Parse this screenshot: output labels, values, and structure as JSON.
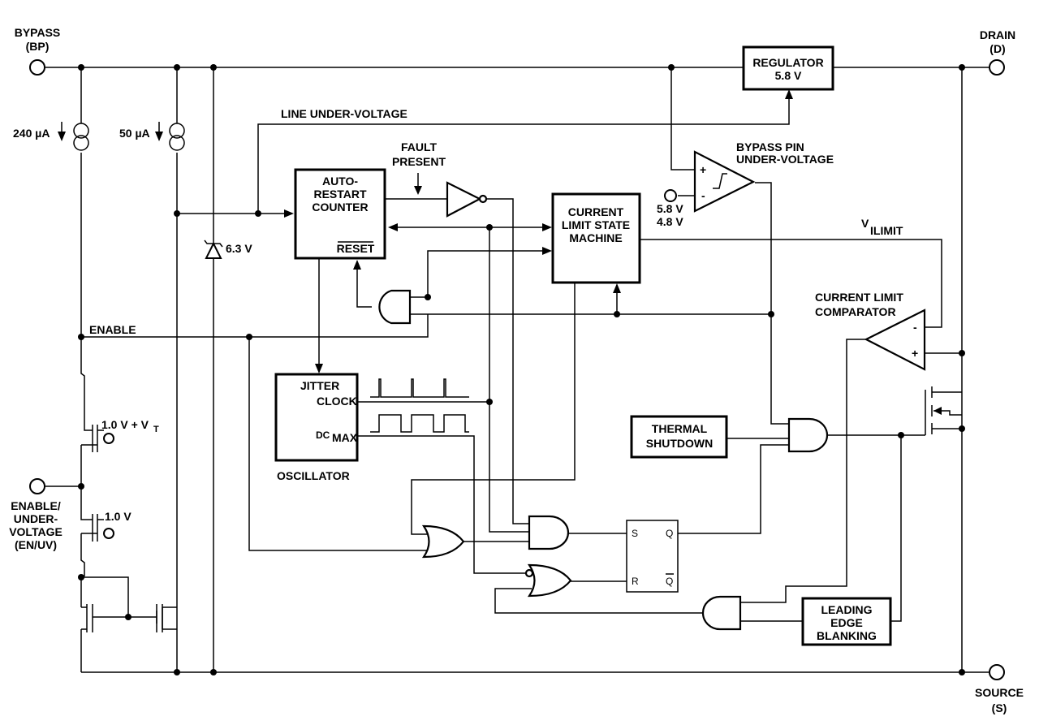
{
  "pins": {
    "bypass_name": "BYPASS",
    "bypass_code": "(BP)",
    "drain_name": "DRAIN",
    "drain_code": "(D)",
    "source_name": "SOURCE",
    "source_code": "(S)",
    "enable_l1": "ENABLE/",
    "enable_l2": "UNDER-",
    "enable_l3": "VOLTAGE",
    "enable_l4": "(EN/UV)"
  },
  "sources": {
    "i240": "240 µA",
    "i50": "50 µA"
  },
  "zener": "6.3 V",
  "signals": {
    "line_uv": "LINE UNDER-VOLTAGE",
    "fault_l1": "FAULT",
    "fault_l2": "PRESENT",
    "enable": "ENABLE",
    "vilimit_main": "V",
    "vilimit_sub": "ILIMIT",
    "bp_uv_l1": "BYPASS PIN",
    "bp_uv_l2": "UNDER-VOLTAGE",
    "thr_hi": "5.8 V",
    "thr_lo": "4.8 V",
    "clim_l1": "CURRENT LIMIT",
    "clim_l2": "COMPARATOR",
    "vt1_main": "1.0 V + V",
    "vt1_sub": "T",
    "vt2": "1.0 V",
    "plus": "+",
    "minus": "-"
  },
  "blocks": {
    "regulator_l1": "REGULATOR",
    "regulator_l2": "5.8 V",
    "arc_l1": "AUTO-",
    "arc_l2": "RESTART",
    "arc_l3": "COUNTER",
    "arc_reset": "RESET",
    "csm_l1": "CURRENT",
    "csm_l2": "LIMIT STATE",
    "csm_l3": "MACHINE",
    "osc_jitter": "JITTER",
    "osc_clock": "CLOCK",
    "osc_dc": "DC",
    "osc_max": "MAX",
    "osc_name": "OSCILLATOR",
    "ts_l1": "THERMAL",
    "ts_l2": "SHUTDOWN",
    "leb_l1": "LEADING",
    "leb_l2": "EDGE",
    "leb_l3": "BLANKING",
    "ff_s": "S",
    "ff_r": "R",
    "ff_q": "Q",
    "ff_qbar": "Q"
  }
}
